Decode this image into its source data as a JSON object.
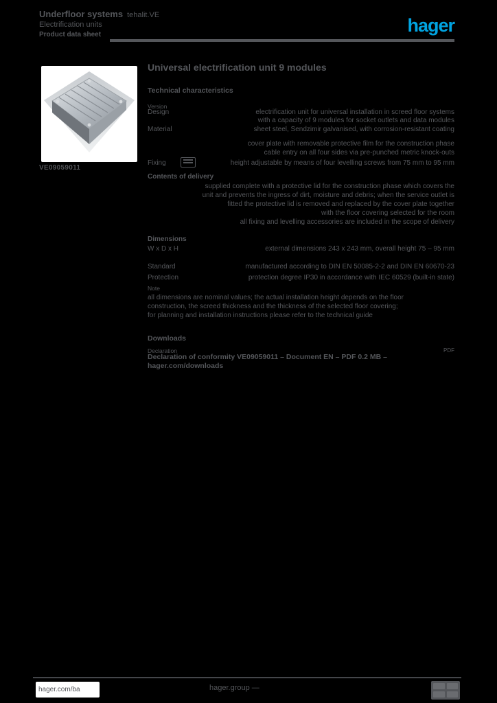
{
  "colors": {
    "background": "#000000",
    "text": "#54565a",
    "accent": "#00a3e0"
  },
  "header": {
    "family": "Underfloor systems",
    "family_suffix": "tehalit.VE",
    "subtitle": "Electrification units",
    "doc_type": "Product data sheet",
    "logo_text": "hager"
  },
  "product": {
    "reference": "VE09059011",
    "title": "Universal electrification unit 9 modules"
  },
  "specs": {
    "heading": "Technical characteristics",
    "version_label": "Version",
    "rows": [
      {
        "label": "Design",
        "value1": "electrification unit for universal installation in screed floor systems",
        "value2": "with a capacity of 9 modules for socket outlets and data modules"
      },
      {
        "label": "Material",
        "value": "sheet steel, Sendzimir galvanised, with corrosion-resistant coating"
      },
      {
        "value": "cover plate with removable protective film for the construction phase"
      },
      {
        "value": "cable entry on all four sides via pre-punched metric knock-outs"
      },
      {
        "label": "Fixing",
        "value": "height adjustable by means of four levelling screws from 75 mm to 95 mm"
      }
    ],
    "delivery_label": "Contents of delivery",
    "delivery_lines": [
      "supplied complete with a protective lid for the construction phase which covers the",
      "unit and prevents the ingress of dirt, moisture and debris; when the service outlet is",
      "fitted the protective lid is removed and replaced by the cover plate together",
      "with the floor covering selected for the room",
      "all fixing and levelling accessories are included in the scope of delivery"
    ],
    "dimensions_label": "Dimensions",
    "dimensions_row": {
      "label": "W x D x H",
      "value": "external dimensions 243 x 243 mm, overall height 75 – 95 mm"
    },
    "standard_row": {
      "label": "Standard",
      "value": "manufactured according to DIN EN 50085-2-2 and DIN EN 60670-23"
    },
    "protection_row": {
      "label": "Protection",
      "value": "protection degree IP30 in accordance with IEC 60529 (built-in state)"
    },
    "note_label": "Note",
    "note_lines": [
      "all dimensions are nominal values; the actual installation height depends on the floor",
      "construction, the screed thickness and the thickness of the selected floor covering;",
      "for planning and installation instructions please refer to the technical guide"
    ]
  },
  "downloads": {
    "heading": "Downloads",
    "doc_label": "Declaration",
    "doc_format": "PDF",
    "link_text": "Declaration of conformity VE09059011 – Document EN – PDF 0.2 MB – hager.com/downloads"
  },
  "footer": {
    "site": "hager.com/ba",
    "center": "hager.group —"
  }
}
